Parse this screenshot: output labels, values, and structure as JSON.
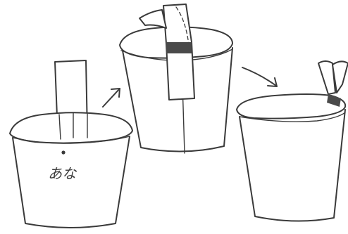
{
  "diagram": {
    "steps": [
      {
        "id": "step-1",
        "state": "open",
        "label": "あな"
      },
      {
        "id": "step-2",
        "state": "lid-with-strap"
      },
      {
        "id": "step-3",
        "state": "strap-folded"
      }
    ],
    "arrows": [
      {
        "from": "step-1",
        "to": "step-2"
      },
      {
        "from": "step-2",
        "to": "step-3"
      }
    ],
    "colors": {
      "ink": "#3a3a3a",
      "tape": "#4a4a4a",
      "background": "#ffffff"
    }
  }
}
